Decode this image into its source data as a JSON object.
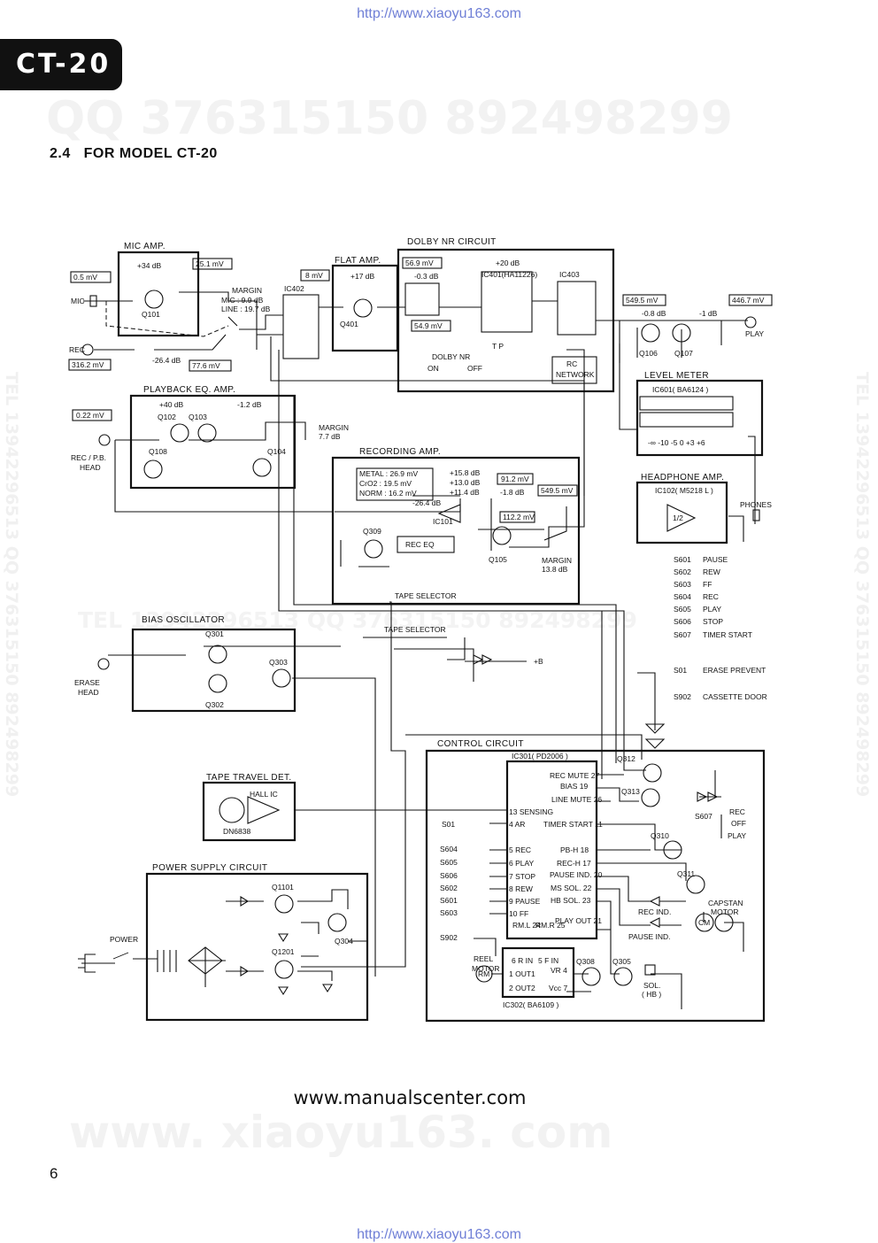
{
  "header": {
    "top_url": "http://www.xiaoyu163.com",
    "badge": "CT-20",
    "section_number": "2.4",
    "section_title": "FOR MODEL CT-20"
  },
  "watermarks": {
    "top": "QQ 376315150  892498299",
    "middle": "TEL 13942296513  QQ 376315150  892498299",
    "left_vertical": "TEL 13942296513  QQ 376315150  892498299",
    "right_vertical": "TEL 13942296513  QQ 376315150  892498299",
    "bottom": "www. xiaoyu163. com"
  },
  "blocks": {
    "mic_amp": "MIC AMP.",
    "dolby": "DOLBY NR CIRCUIT",
    "flat_amp": "FLAT AMP.",
    "playback": "PLAYBACK EQ. AMP.",
    "level_meter": "LEVEL METER",
    "recording": "RECORDING AMP.",
    "headphone": "HEADPHONE AMP.",
    "bias": "BIAS OSCILLATOR",
    "control": "CONTROL CIRCUIT",
    "tape_travel": "TAPE TRAVEL DET.",
    "power": "POWER SUPPLY CIRCUIT"
  },
  "levels": {
    "mic_in": "0.5 mV",
    "mic_gain": "+34 dB",
    "mic_out": "25.1 mV",
    "rec_in": "316.2 mV",
    "rec_loss": "-26.4 dB",
    "rec_mid": "77.6 mV",
    "flat_in": "8 mV",
    "flat_gain": "+17 dB",
    "dolby_in": "56.9 mV",
    "dolby_loss": "-0.3 dB",
    "dolby_gain": "+20 dB",
    "dolby_mid": "54.9 mV",
    "out1": "549.5 mV",
    "out_loss1": "-0.8 dB",
    "out_loss2": "-1 dB",
    "play_out": "446.7 mV",
    "pb_in": "0.22 mV",
    "pb_gain": "+40 dB",
    "pb_loss": "-1.2 dB",
    "rec_metal": "METAL : 26.9 mV",
    "rec_cro2": "CrO2  : 19.5 mV",
    "rec_norm": "NORM  : 16.2 mV",
    "rec_g1": "+15.8 dB",
    "rec_g2": "+13.0 dB",
    "rec_g3": "+11.4 dB",
    "rec_v1": "91.2 mV",
    "rec_l2": "-1.8 dB",
    "rec_v2": "549.5 mV",
    "rec_v3": "112.2 mV"
  },
  "margins": {
    "mic_margin": "MARGIN",
    "mic_margin_mic": "MIC : 9.9 dB",
    "mic_margin_line": "LINE : 19.7 dB",
    "pb_margin": "MARGIN",
    "pb_margin_v": "7.7 dB",
    "rec_margin": "MARGIN",
    "rec_margin_v": "13.8 dB"
  },
  "parts": {
    "q101": "Q101",
    "q102": "Q102",
    "q103": "Q103",
    "q104": "Q104",
    "q108": "Q108",
    "q106": "Q106",
    "q107": "Q107",
    "q401": "Q401",
    "q309": "Q309",
    "q105": "Q105",
    "q301": "Q301",
    "q302": "Q302",
    "q303": "Q303",
    "q312": "Q312",
    "q313": "Q313",
    "q310": "Q310",
    "q311": "Q311",
    "q308": "Q308",
    "q305": "Q305",
    "q304": "Q304",
    "q1101": "Q1101",
    "q1201": "Q1201",
    "ic402": "IC402",
    "ic401": "IC401(HA11226)",
    "ic403": "IC403",
    "ic101": "IC101",
    "ic601": "IC601( BA6124 )",
    "ic102": "IC102( M5218 L )",
    "ic102_mid": "1/2",
    "ic301": "IC301( PD2006 )",
    "ic302": "IC302( BA6109 )",
    "hall": "HALL IC",
    "hall_pn": "DN6838",
    "rec_eq": "REC EQ",
    "tape_sel": "TAPE SELECTOR",
    "rc_net": "RC",
    "rc_net2": "NETWORK",
    "dolby_sw": "DOLBY NR",
    "dolby_on": "ON",
    "dolby_off": "OFF",
    "tp": "T P",
    "meter_scale": "-∞ -10 -5  0 +3 +6"
  },
  "io": {
    "mic": "MIC",
    "rec": "REC",
    "play": "PLAY",
    "phones": "PHONES",
    "head": "REC / P.B.",
    "head2": "HEAD",
    "erase": "ERASE",
    "erase2": "HEAD",
    "plus_b": "+B",
    "power": "POWER",
    "reel": "REEL",
    "reel2": "MOTOR",
    "rm": "RM",
    "cm": "CM",
    "capstan": "CAPSTAN",
    "capstan2": "MOTOR",
    "rec_ind": "REC IND.",
    "pause_ind": "PAUSE IND.",
    "sol": "SOL.",
    "sol2": "( HB )",
    "s607": "S607",
    "s607_rec": "REC",
    "s607_off": "OFF",
    "s607_play": "PLAY"
  },
  "ic301_pins_left": [
    "13 SENSING",
    "4  AR",
    "5  REC",
    "6  PLAY",
    "7  STOP",
    "8  REW",
    "9  PAUSE",
    "10 FF"
  ],
  "ic301_pins_right": [
    "REC MUTE 27",
    "BIAS 19",
    "LINE MUTE 26",
    "TIMER START 11",
    "PB-H 18",
    "REC-H 17",
    "PAUSE IND. 20",
    "MS SOL. 22",
    "HB SOL. 23",
    "PLAY OUT 21"
  ],
  "ic301_bottom": [
    "RM.L 24",
    "RM.R 25"
  ],
  "ic302_pins": [
    "6 R IN",
    "5 F IN",
    "1 OUT1",
    "VR 4",
    "2 OUT2",
    "Vcc 7"
  ],
  "switches_left": [
    "S01",
    "S604",
    "S605",
    "S606",
    "S602",
    "S601",
    "S603",
    "S902"
  ],
  "legend": [
    {
      "code": "S601",
      "desc": "PAUSE"
    },
    {
      "code": "S602",
      "desc": "REW"
    },
    {
      "code": "S603",
      "desc": "FF"
    },
    {
      "code": "S604",
      "desc": "REC"
    },
    {
      "code": "S605",
      "desc": "PLAY"
    },
    {
      "code": "S606",
      "desc": "STOP"
    },
    {
      "code": "S607",
      "desc": "TIMER START"
    },
    {
      "code": "S01",
      "desc": "ERASE PREVENT"
    },
    {
      "code": "S902",
      "desc": "CASSETTE DOOR"
    }
  ],
  "footer": {
    "site": "www.manualscenter.com",
    "page": "6",
    "bottom_url": "http://www.xiaoyu163.com"
  }
}
